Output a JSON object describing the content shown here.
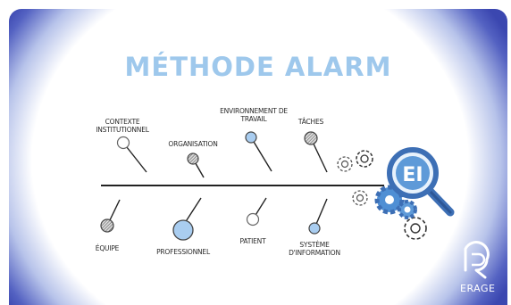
{
  "title": "MÉTHODE ALARM",
  "factors": {
    "contexte": "CONTEXTE INSTITUTIONNEL",
    "organisation": "ORGANISATION",
    "environnement": "ENVIRONNEMENT DE TRAVAIL",
    "taches": "TÂCHES",
    "equipe": "ÉQUIPE",
    "professionnel": "PROFESSIONNEL",
    "patient": "PATIENT",
    "systeme": "SYSTÈME D'INFORMATION"
  },
  "center_badge": "EI",
  "brand": "ERAGE",
  "icons": [
    "gear-icon",
    "magnifier-icon"
  ],
  "colors": {
    "title": "#9ec8ec",
    "accent_blue": "#a9cdf0",
    "ring_blue": "#3d6fb5",
    "frame_dark": "#3b47b0"
  }
}
